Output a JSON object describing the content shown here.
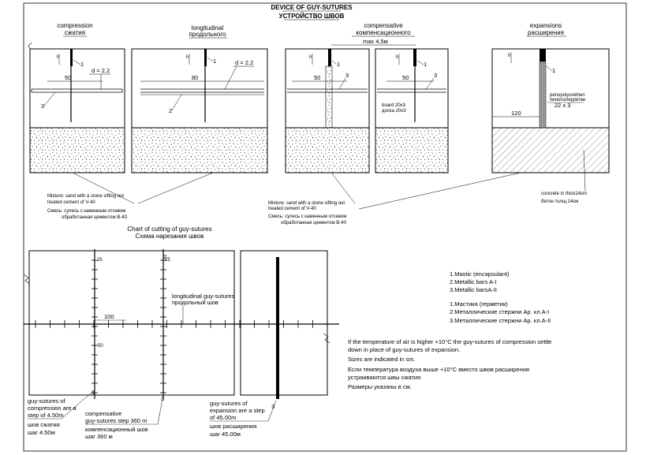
{
  "title": {
    "en": "DEVICE OF GUY-SUTURES",
    "ru": "УСТРОЙСТВО ШВОВ"
  },
  "sections": {
    "compression": {
      "en": "compression",
      "ru": "сжатия"
    },
    "longitudinal": {
      "en": "longitudinal",
      "ru": "продольного"
    },
    "compensative": {
      "en": "compensative",
      "ru": "компенсационного"
    },
    "expansions": {
      "en": "expansions",
      "ru": "расширения"
    }
  },
  "dims": {
    "d22": "d = 2.2",
    "d22b": "d = 2.2",
    "fifty": "50",
    "eighty": "80",
    "max45": "max 4,5м",
    "fifty_c1": "50",
    "fifty_c2": "50",
    "onetwenty": "120",
    "twentytwo": "22 x 3",
    "hundred": "100",
    "fifty_plan": "50",
    "twenty_five": "25",
    "twenty_five_b": "25"
  },
  "callouts": {
    "n1a": "1",
    "n3a": "3",
    "n2b": "2",
    "n1b": "1",
    "n1c": "1",
    "n3c": "3",
    "n1d": "1",
    "n3d": "3",
    "n1e": "1",
    "n1p": "1",
    "n2p": "2",
    "n3p": "3"
  },
  "tiny_labels": {
    "board_en": "board 20x3",
    "board_ru": "доска 20x3",
    "foam_en": "penopolyurethen",
    "foam_ru": "пенополиуретан",
    "v1": "h",
    "v2": "h",
    "v3": "h",
    "v4": "h",
    "v5": "h"
  },
  "notes": {
    "mix1_en1": "Mixture: sand with a stone  sifting out",
    "mix1_en2": "treated cement of V-40",
    "mix1_ru1": "Смесь: супесь с каменным  отсевом",
    "mix1_ru2": "обработанная цементом В-40",
    "mix2_en1": "Mixture: sand with a stone  sifting out",
    "mix2_en2": "treated cement of V-40",
    "mix2_ru1": "Смесь: супесь с каменным  отсевом",
    "mix2_ru2": "обработанная цементом В-40",
    "concrete_en": "concrete in thick14sm",
    "concrete_ru": "бетон толщ.14см"
  },
  "chart": {
    "title_en": "Chart of cutting of guy-sutures",
    "title_ru": "Схема нарезания швов",
    "longit_en": "longitudinal guy-sutures",
    "longit_ru": "продольный шов",
    "comp_en1": "guy-sutures of",
    "comp_en2": "compression are a",
    "comp_en3": "step of 4.50m",
    "comp_ru1": "шов сжатия",
    "comp_ru2": "шаг 4.50м",
    "compens_en1": "compensative",
    "compens_en2": "guy-sutures step 360 m",
    "compens_ru1": "компенсационный шов",
    "compens_ru2": "шаг 360 м",
    "exp_en1": "guy-sutures of",
    "exp_en2": "expansion are a step",
    "exp_en3": "of 45.00m",
    "exp_ru1": "шов расширения",
    "exp_ru2": "шаг 45.00м"
  },
  "legend": {
    "en": [
      "1.Mastic (encapsulant)",
      "2.Metallic bars A-I",
      "3.Metallic barsA-II"
    ],
    "ru": [
      "1.Мастика (герметик)",
      "2.Металлические стержни Ар. кл.А-I",
      "3.Металлические стержни Ар. кл.А-II"
    ]
  },
  "info": {
    "en1": "If the temperature of air is higher +10°C the guy-sutures of compression settle",
    "en2": "down in place of guy-sutures of expansion.",
    "en3": "Sizes are indicated in sm.",
    "ru1": "Если температура воздуха выше +10°С вместо швов расширения",
    "ru2": "устраиваются швы сжатия",
    "ru3": "Размеры указаны в см."
  }
}
